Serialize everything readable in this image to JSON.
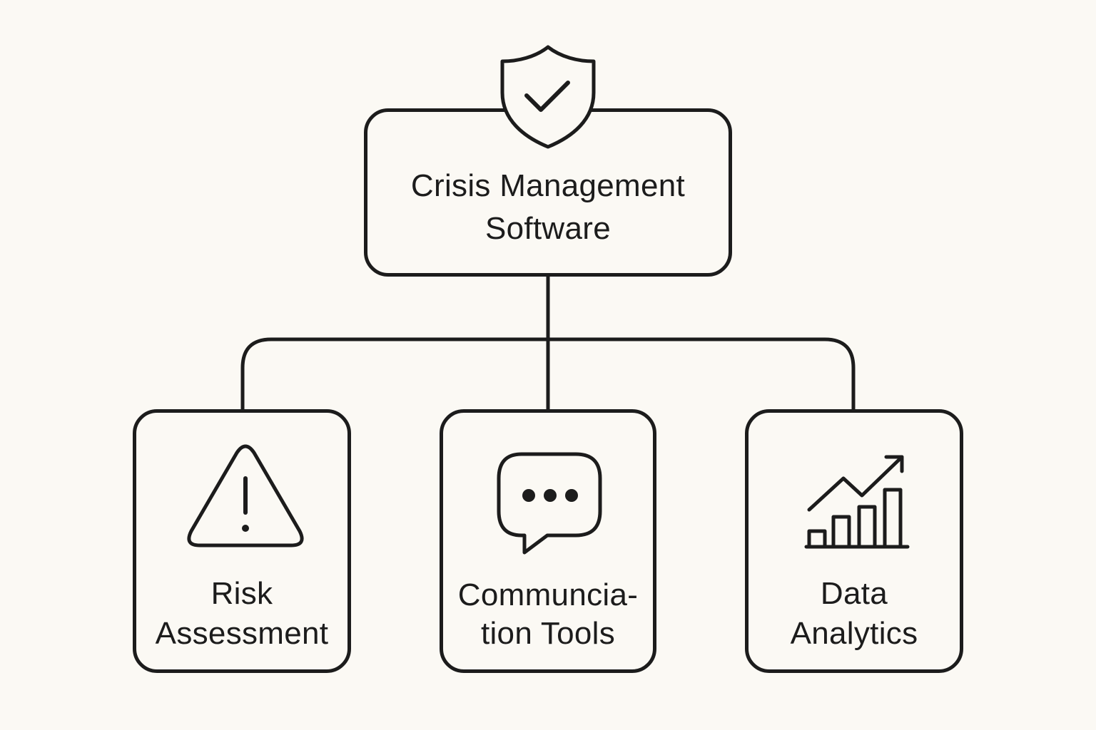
{
  "root": {
    "title_line1": "Crisis Management",
    "title_line2": "Software",
    "icon": "shield-check-icon"
  },
  "children": [
    {
      "line1": "Risk",
      "line2": "Assessment",
      "icon": "warning-triangle-icon"
    },
    {
      "line1": "Communcia-",
      "line2": "tion Tools",
      "icon": "chat-bubble-icon"
    },
    {
      "line1": "Data",
      "line2": "Analytics",
      "icon": "bar-chart-trend-icon"
    }
  ],
  "colors": {
    "stroke": "#1c1c1c",
    "background": "#fbf9f4"
  }
}
